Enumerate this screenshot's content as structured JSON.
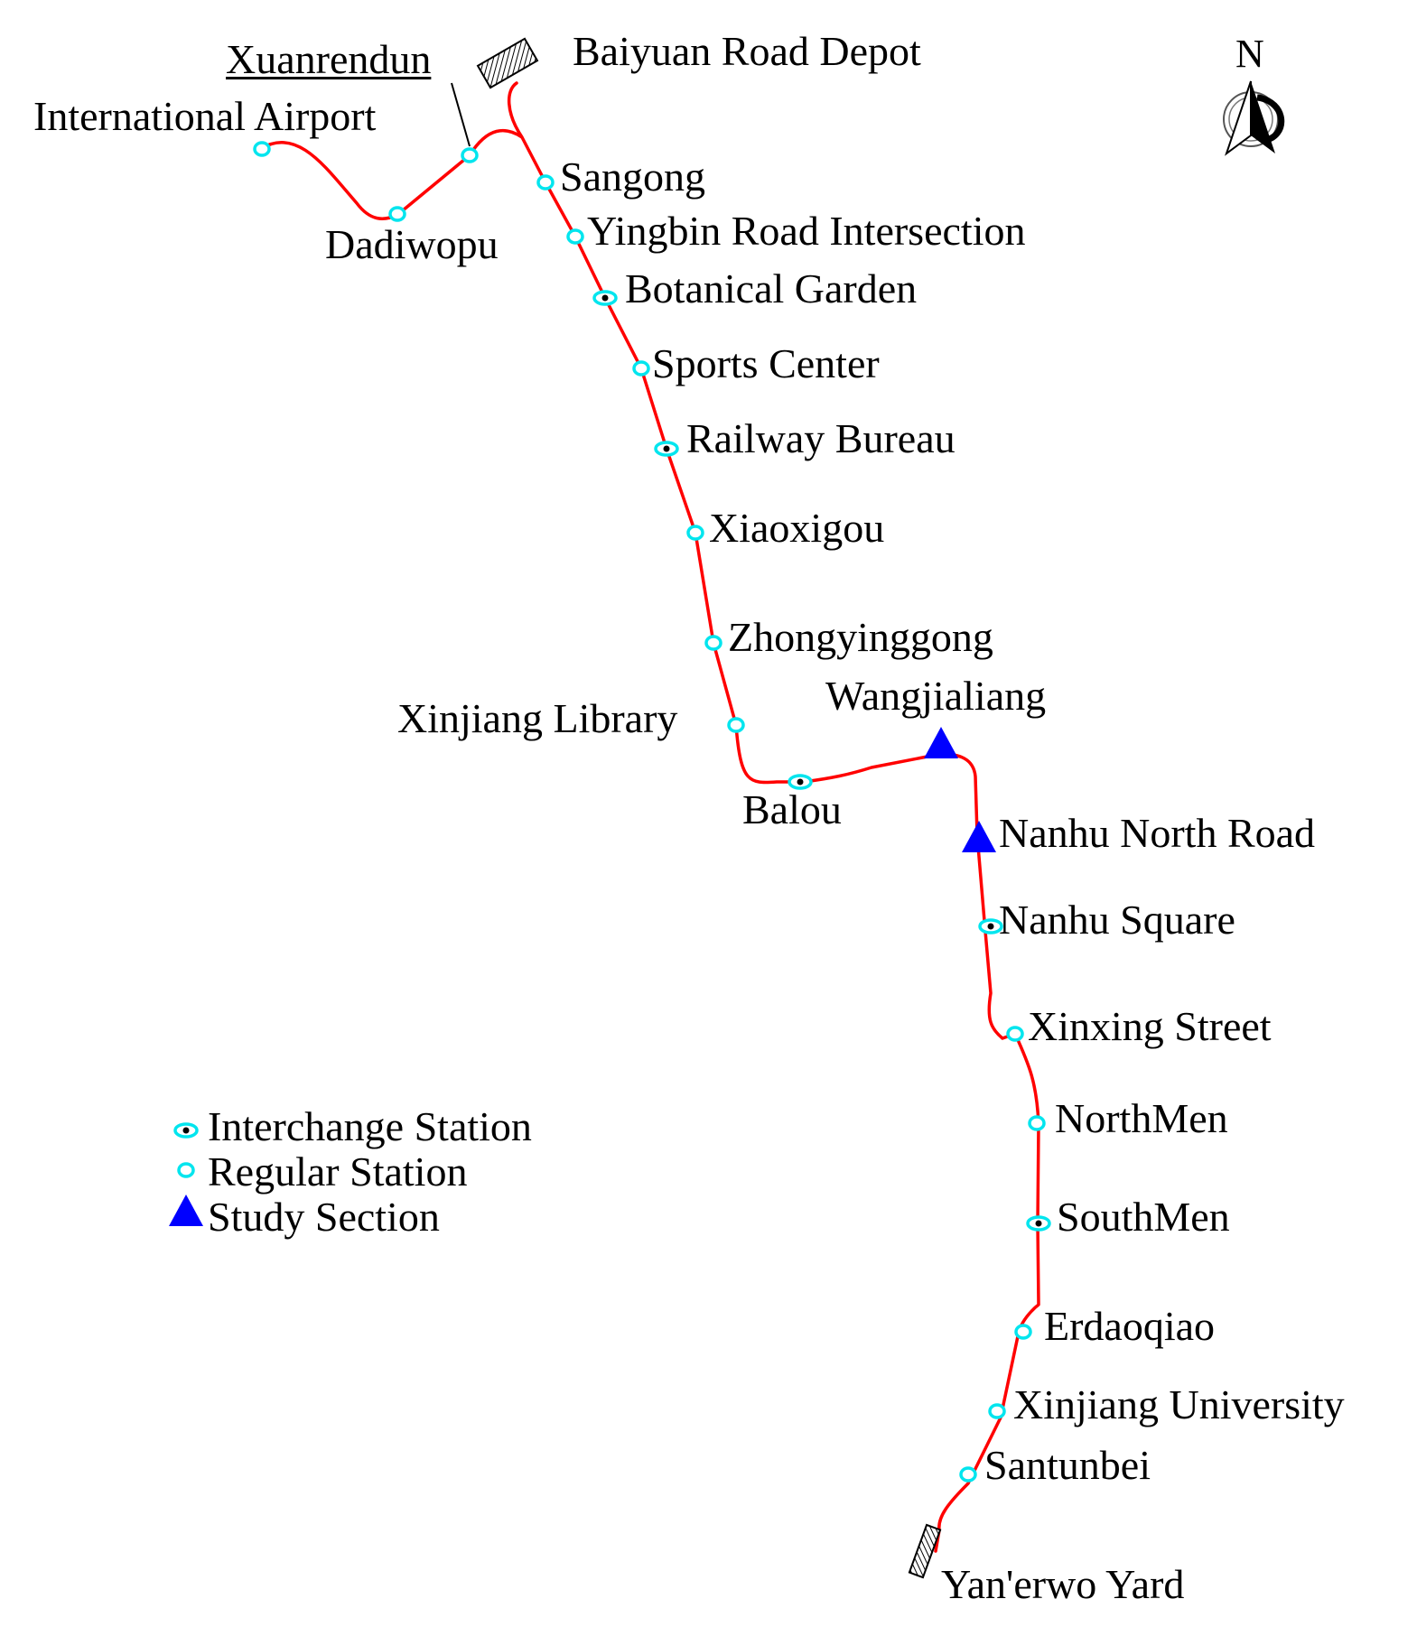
{
  "colors": {
    "line": "#ff0000",
    "station_ring": "#00e5ee",
    "interchange_dot": "#000000",
    "study_marker": "#0000ff",
    "text": "#000000",
    "background": "#ffffff"
  },
  "compass": {
    "label": "N",
    "icon": "north-arrow-icon"
  },
  "depots": [
    {
      "id": "baiyuan",
      "label": "Baiyuan Road Depot",
      "icon": "depot-hatched-icon"
    },
    {
      "id": "yanerwo",
      "label": "Yan'erwo Yard",
      "icon": "depot-hatched-icon"
    }
  ],
  "stations": [
    {
      "id": "international-airport",
      "label": "International Airport",
      "type": "regular"
    },
    {
      "id": "dadiwopu",
      "label": "Dadiwopu",
      "type": "regular"
    },
    {
      "id": "xuanrendun",
      "label": "Xuanrendun",
      "type": "regular"
    },
    {
      "id": "sangong",
      "label": "Sangong",
      "type": "regular"
    },
    {
      "id": "yingbin-road-intersection",
      "label": "Yingbin Road Intersection",
      "type": "regular"
    },
    {
      "id": "botanical-garden",
      "label": "Botanical Garden",
      "type": "interchange"
    },
    {
      "id": "sports-center",
      "label": "Sports Center",
      "type": "regular"
    },
    {
      "id": "railway-bureau",
      "label": "Railway Bureau",
      "type": "interchange"
    },
    {
      "id": "xiaoxigou",
      "label": "Xiaoxigou",
      "type": "regular"
    },
    {
      "id": "zhongyinggong",
      "label": "Zhongyinggong",
      "type": "regular"
    },
    {
      "id": "xinjiang-library",
      "label": "Xinjiang Library",
      "type": "regular"
    },
    {
      "id": "balou",
      "label": "Balou",
      "type": "interchange"
    },
    {
      "id": "wangjialiang",
      "label": "Wangjialiang",
      "type": "study"
    },
    {
      "id": "nanhu-north-road",
      "label": "Nanhu North Road",
      "type": "study"
    },
    {
      "id": "nanhu-square",
      "label": "Nanhu Square",
      "type": "interchange"
    },
    {
      "id": "xinxing-street",
      "label": "Xinxing Street",
      "type": "regular"
    },
    {
      "id": "northmen",
      "label": "NorthMen",
      "type": "regular"
    },
    {
      "id": "southmen",
      "label": "SouthMen",
      "type": "interchange"
    },
    {
      "id": "erdaoqiao",
      "label": "Erdaoqiao",
      "type": "regular"
    },
    {
      "id": "xinjiang-university",
      "label": "Xinjiang University",
      "type": "regular"
    },
    {
      "id": "santunbei",
      "label": "Santunbei",
      "type": "regular"
    }
  ],
  "legend": [
    {
      "id": "interchange",
      "label": "Interchange Station"
    },
    {
      "id": "regular",
      "label": "Regular Station"
    },
    {
      "id": "study",
      "label": "Study Section"
    }
  ]
}
